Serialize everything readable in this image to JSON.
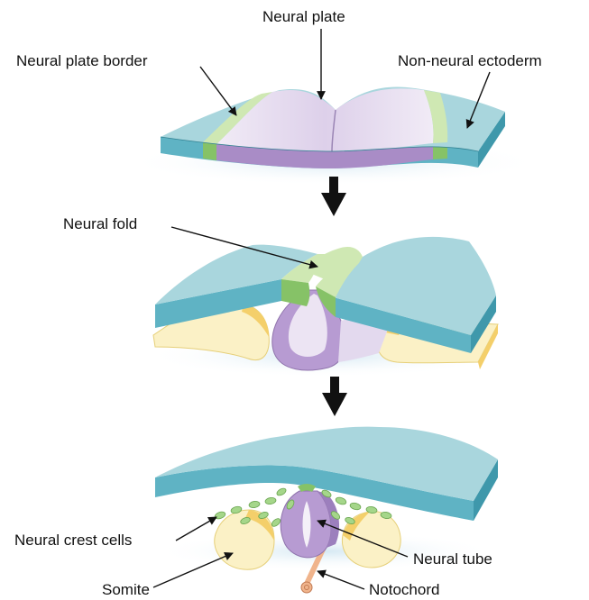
{
  "labels": {
    "neural_plate": "Neural plate",
    "neural_plate_border": "Neural plate border",
    "non_neural_ectoderm": "Non-neural ectoderm",
    "neural_fold": "Neural fold",
    "neural_crest_cells": "Neural crest cells",
    "neural_tube": "Neural tube",
    "somite": "Somite",
    "notochord": "Notochord"
  },
  "colors": {
    "ectoderm_top": "#a9d6dd",
    "ectoderm_side": "#5fb3c4",
    "ectoderm_edge": "#2f7f90",
    "neural_plate_top": "#e9e0f0",
    "neural_plate_side": "#a98cc6",
    "border_top": "#cfe8b3",
    "border_side": "#86c267",
    "somite_fill": "#fbf1c6",
    "somite_shade": "#f4cf6a",
    "crest_cell": "#a5d68a",
    "notochord": "#f0b48c",
    "shadow": "#dcecf4",
    "arrow": "#111111"
  }
}
